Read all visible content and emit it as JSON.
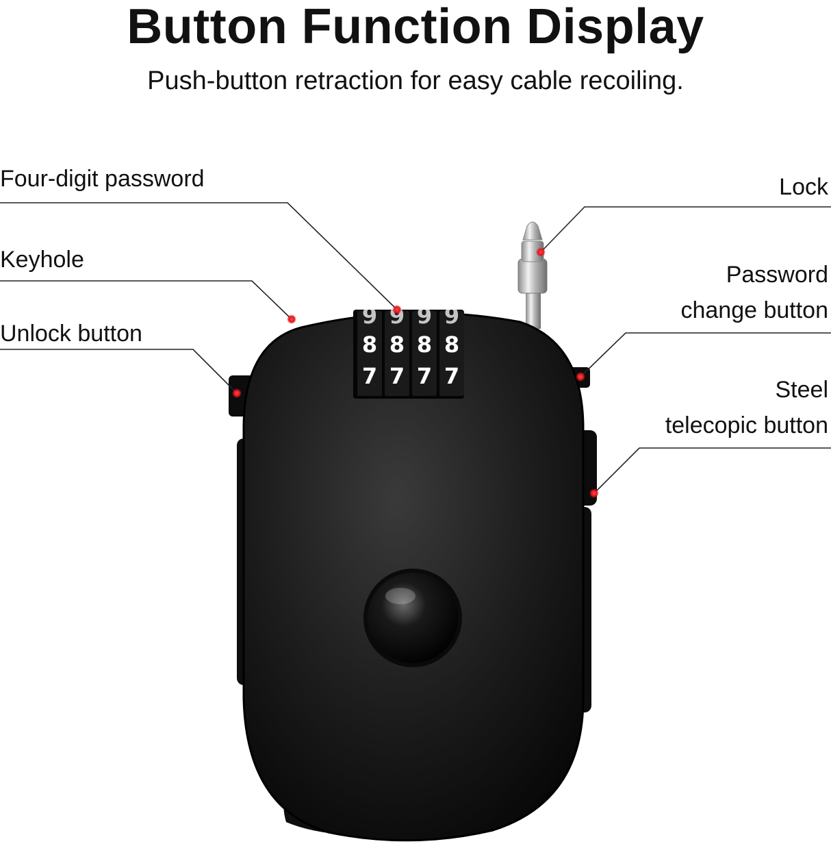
{
  "header": {
    "title": "Button Function Display",
    "subtitle": "Push-button retraction for easy cable recoiling."
  },
  "callouts": {
    "four_digit_password": "Four-digit password",
    "keyhole": "Keyhole",
    "unlock_button": "Unlock button",
    "lock": "Lock",
    "password_change_line1": "Password",
    "password_change_line2": "change button",
    "steel_telescopic_line1": "Steel",
    "steel_telescopic_line2": "telecopic button"
  },
  "dial": {
    "rows": [
      [
        "9",
        "9",
        "9",
        "9"
      ],
      [
        "8",
        "8",
        "8",
        "8"
      ],
      [
        "7",
        "7",
        "7",
        "7"
      ]
    ]
  },
  "colors": {
    "marker": "#e0161b",
    "lock_body": "#141414",
    "leader_line": "#222222"
  }
}
